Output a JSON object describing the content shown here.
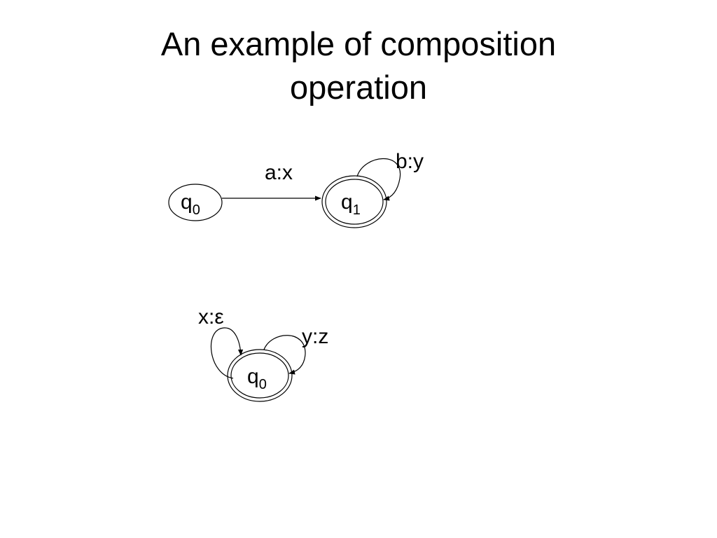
{
  "title": {
    "line1": "An example of composition",
    "line2": "operation"
  },
  "fst1": {
    "state_a": {
      "base": "q",
      "sub": "0"
    },
    "state_b": {
      "base": "q",
      "sub": "1"
    },
    "edge_ab_label": "a:x",
    "loop_b_label": "b:y"
  },
  "fst2": {
    "state": {
      "base": "q",
      "sub": "0"
    },
    "loop_left_label": "x:ε",
    "loop_right_label": "y:z"
  }
}
